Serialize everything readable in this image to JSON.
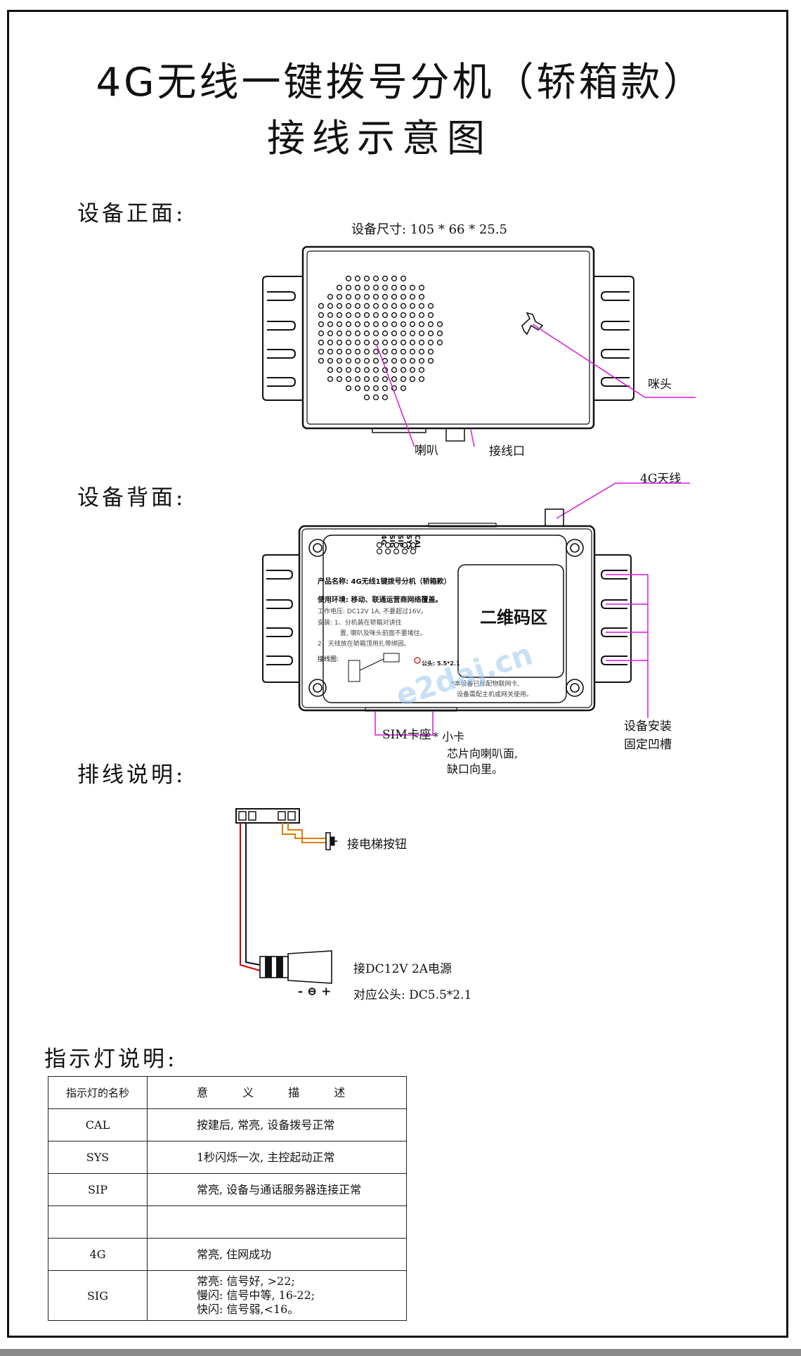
{
  "title": {
    "line1": "4G无线一键拨号分机（轿箱款）",
    "line2": "接线示意图"
  },
  "front": {
    "heading": "设备正面:",
    "dimensions": "设备尺寸: 105 * 66 * 25.5",
    "mic_label": "咪头",
    "speaker_label": "喇叭",
    "port_label": "接线口"
  },
  "back": {
    "heading": "设备背面:",
    "antenna_label": "4G天线",
    "led_labels": [
      "CAL",
      "SYS",
      "SIP",
      "SIG",
      "4G"
    ],
    "product_name": "产品名称: 4G无线1键拨号分机（轿箱款）",
    "environment": "使用环境: 移动、联通运营商网络覆盖。",
    "voltage": "工作电压: DC12V 1A, 不要超过16V。",
    "install1": "安装: 1、分机装在轿箱对讲住",
    "install1b": "置, 喇叭及咪头前面不要堵住。",
    "install2": "2、天线放在轿箱顶用扎带绑固。",
    "wiring_label": "接线图:",
    "polarity_label": "公头: 5.5*2.1",
    "qr_label": "二维码区",
    "note1": "*本设备已标配物联网卡,",
    "note2": "设备需配主机或网关使用。",
    "sim_label": "SIM卡座",
    "sim_note1": "* 小卡",
    "sim_note2": "芯片向喇叭面,",
    "sim_note3": "缺口向里。",
    "mount_label1": "设备安装",
    "mount_label2": "固定凹槽",
    "watermark": "e2daj.cn"
  },
  "wiring": {
    "heading": "排线说明:",
    "button_label": "接电梯按钮",
    "power_label": "接DC12V 2A电源",
    "plug_label": "对应公头: DC5.5*2.1",
    "polarity_symbol": "- ⊖ +"
  },
  "leds": {
    "heading": "指示灯说明:",
    "col1": "指示灯的名秒",
    "col2": "意 义 描 述",
    "rows": [
      {
        "name": "CAL",
        "desc": "按建后, 常亮, 设备拨号正常"
      },
      {
        "name": "SYS",
        "desc": "1秒闪烁一次, 主控起动正常"
      },
      {
        "name": "SIP",
        "desc": "常亮, 设备与通话服务器连接正常"
      },
      {
        "name": "",
        "desc": ""
      },
      {
        "name": "4G",
        "desc": "常亮, 住网成功"
      },
      {
        "name": "SIG",
        "desc1": "常亮: 信号好, >22;",
        "desc2": "慢闪: 信号中等, 16-22;",
        "desc3": "快闪: 信号弱,<16。"
      }
    ]
  },
  "colors": {
    "leader_line": "#d81ad8",
    "button_wire": "#e07b00",
    "power_wire": "#cc0000",
    "watermark": "#9cc7ef"
  }
}
